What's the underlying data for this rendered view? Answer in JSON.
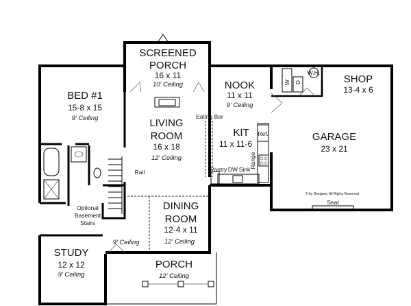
{
  "rooms": {
    "screened_porch": {
      "name_line1": "SCREENED",
      "name_line2": "PORCH",
      "size": "16 x 11",
      "ceiling": "10' Ceiling"
    },
    "bed1": {
      "name": "BED #1",
      "size": "15-8 x 15",
      "ceiling": "9' Ceiling"
    },
    "living": {
      "name_line1": "LIVING",
      "name_line2": "ROOM",
      "size": "16 x 18",
      "ceiling": "12' Ceiling"
    },
    "nook": {
      "name": "NOOK",
      "size": "11 x 11",
      "ceiling": "9' Ceiling"
    },
    "kit": {
      "name": "KIT",
      "size": "11 x 11-6"
    },
    "shop": {
      "name": "SHOP",
      "size": "13-4 x 6"
    },
    "garage": {
      "name": "GARAGE",
      "size": "23 x 21"
    },
    "dining": {
      "name_line1": "DINING",
      "name_line2": "ROOM",
      "size": "12-4 x 11",
      "ceiling": "12' Ceiling"
    },
    "study": {
      "name": "STUDY",
      "size": "12 x 12",
      "ceiling": "9' Ceiling"
    },
    "porch": {
      "name": "PORCH",
      "ceiling": "12' Ceiling"
    }
  },
  "labels": {
    "eating_bar": "Eating Bar",
    "ref": "Ref.",
    "range": "Range",
    "pantry": "Pantry",
    "dw": "DW",
    "sink": "Sink",
    "rail": "Rail",
    "stairs_line1": "Optional",
    "stairs_line2": "Basement",
    "stairs_line3": "Stairs",
    "hall_ceiling": "9' Ceiling",
    "wh": "W.H.",
    "washer": "W",
    "dryer": "D",
    "seat": "Seat",
    "copyright": "© by Designer, All Rights Reserved"
  }
}
